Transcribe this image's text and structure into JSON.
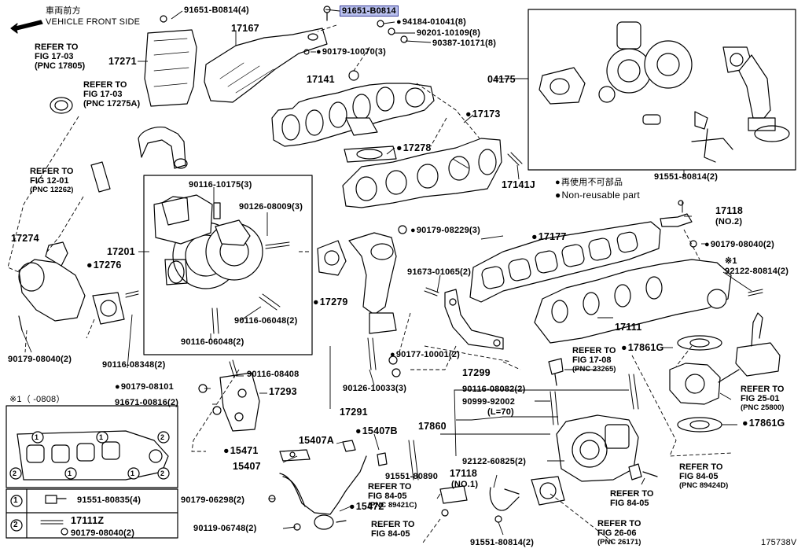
{
  "header": {
    "front_cn": "車両前方",
    "front_en": "VEHICLE FRONT SIDE",
    "figure_number": "175738V"
  },
  "legend": {
    "cn": "再使用不可部品",
    "en": "Non-reusable part"
  },
  "parts": {
    "p1": "91651-B0814(4)",
    "p2": "91651-B0814",
    "p3": "94184-01041(8)",
    "p4": "90201-10109(8)",
    "p5": "90387-10171(8)",
    "p6": "90179-10070(3)",
    "p7": "17167",
    "p8": "17271",
    "p9": "17141",
    "p10": "17173",
    "p11": "17278",
    "p12": "17141J",
    "p13": "04175",
    "p14": "91551-80814(2)",
    "p15": "90116-10175(3)",
    "p16": "90126-08009(3)",
    "p17": "17201",
    "p18": "17276",
    "p19": "17274",
    "p20": "90179-08040(2)",
    "p21": "90116-08348(2)",
    "p22": "90116-06048(2)",
    "p23": "90116-06048(2)",
    "p24": "17279",
    "p25": "90179-08229(3)",
    "p26": "17177",
    "p27": "17118",
    "p27b": "(NO.2)",
    "p28": "90179-08040(2)",
    "p29": "92122-80814(2)",
    "p30": "91673-01065(2)",
    "p31": "17111",
    "p32": "17861G",
    "p33": "90177-10001(2)",
    "p34": "17299",
    "p35": "90116-08408",
    "p36": "90179-08101",
    "p37": "17293",
    "p38": "91671-00816(2)",
    "p39": "90126-10033(3)",
    "p40": "17291",
    "p41": "90116-08082(2)",
    "p42": "90999-92002",
    "p42b": "(L=70)",
    "p43": "17860",
    "p44": "15407A",
    "p45": "15407B",
    "p46": "15471",
    "p47": "15407",
    "p48": "91551-80890",
    "p49": "92122-60825(2)",
    "p50": "17118",
    "p50b": "(NO.1)",
    "p51": "17861G",
    "p52": "90179-06298(2)",
    "p53": "15472",
    "p54": "90119-06748(2)",
    "p55": "91551-80814(2)",
    "p56": "91551-80835(4)",
    "p57": "17111Z",
    "p58": "90179-08040(2)"
  },
  "refs": {
    "r1": [
      "REFER TO",
      "FIG 17-03",
      "(PNC 17805)"
    ],
    "r2": [
      "REFER TO",
      "FIG 17-03",
      "(PNC 17275A)"
    ],
    "r3": [
      "REFER TO",
      "FIG 12-01",
      "(PNC 12262)"
    ],
    "r4": [
      "REFER TO",
      "FIG 17-08",
      "(PNC 23265)"
    ],
    "r5": [
      "REFER TO",
      "FIG 25-01",
      "(PNC 25800)"
    ],
    "r6": [
      "REFER TO",
      "FIG 84-05",
      "(PNC 89424D)"
    ],
    "r7": [
      "REFER TO",
      "FIG 84-05"
    ],
    "r8": [
      "REFER TO",
      "FIG 84-05",
      "(PNC 89421C)"
    ],
    "r9": [
      "REFER TO",
      "FIG 84-05"
    ],
    "r10": [
      "REFER TO",
      "FIG 26-06",
      "(PNC 26171)"
    ]
  },
  "notes": {
    "note1_mark": "※1",
    "note1_title": "※1（    -0808）",
    "circle1": "1",
    "circle2": "2"
  }
}
